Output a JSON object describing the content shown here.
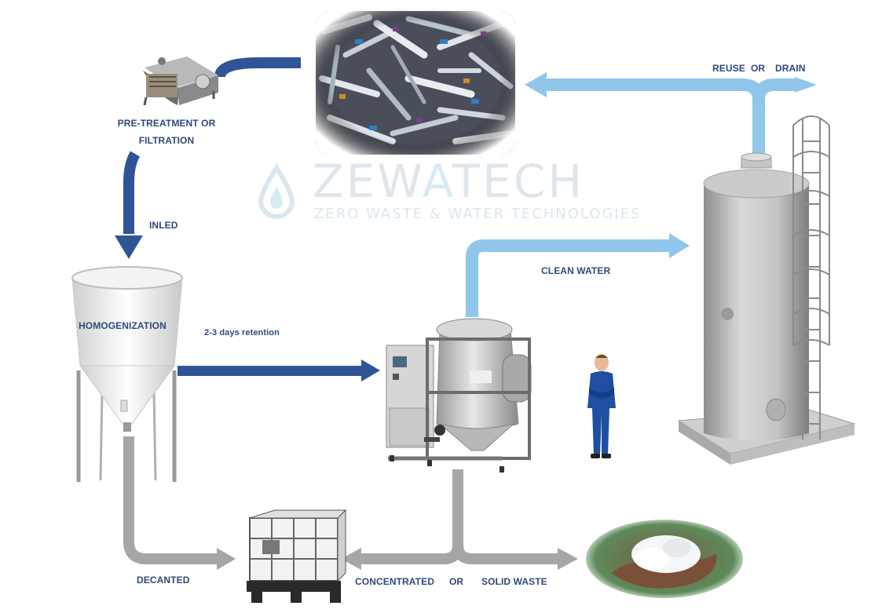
{
  "brand": {
    "name_part1": "ZEW",
    "name_part2": "A",
    "name_part3": "TECH",
    "tagline": "ZERO WASTE & WATER TECHNOLOGIES"
  },
  "labels": {
    "pretreatment_line1": "PRE-TREATMENT OR",
    "pretreatment_line2": "FILTRATION",
    "inled": "INLED",
    "homogenization": "HOMOGENIZATION",
    "retention": "2-3 days retention",
    "clean_water": "CLEAN WATER",
    "reuse": "REUSE",
    "reuse_or": "OR",
    "drain": "DRAIN",
    "decanted": "DECANTED",
    "concentrated": "CONCENTRATED",
    "concentrated_or": "OR",
    "solid_waste": "SOLID WASTE"
  },
  "colors": {
    "dark_flow": "#2f5597",
    "light_flow": "#8fc6ea",
    "grey_flow": "#a6a6a6",
    "label_text": "#2e4a7a"
  }
}
